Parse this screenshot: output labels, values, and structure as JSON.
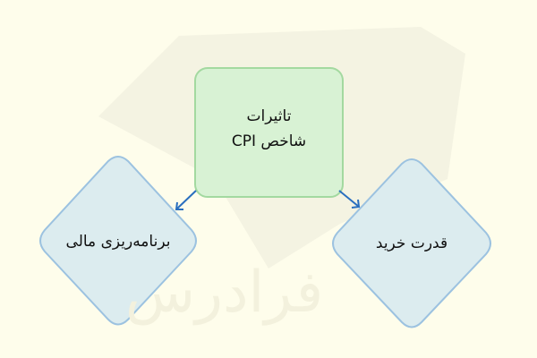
{
  "watermark": {
    "text": "فرادرس"
  },
  "colors": {
    "center_fill": "#d8f2d4",
    "center_stroke": "#a3d9a0",
    "diamond_fill": "#dcecef",
    "diamond_stroke": "#9cc2e0",
    "arrow": "#2a6fbf",
    "background": "#fefdeb"
  },
  "diagram": {
    "center": {
      "line1": "تاثیرات",
      "line2": "شاخص CPI"
    },
    "left": {
      "label": "برنامه‌ریزی مالی"
    },
    "right": {
      "label": "قدرت خرید"
    }
  }
}
